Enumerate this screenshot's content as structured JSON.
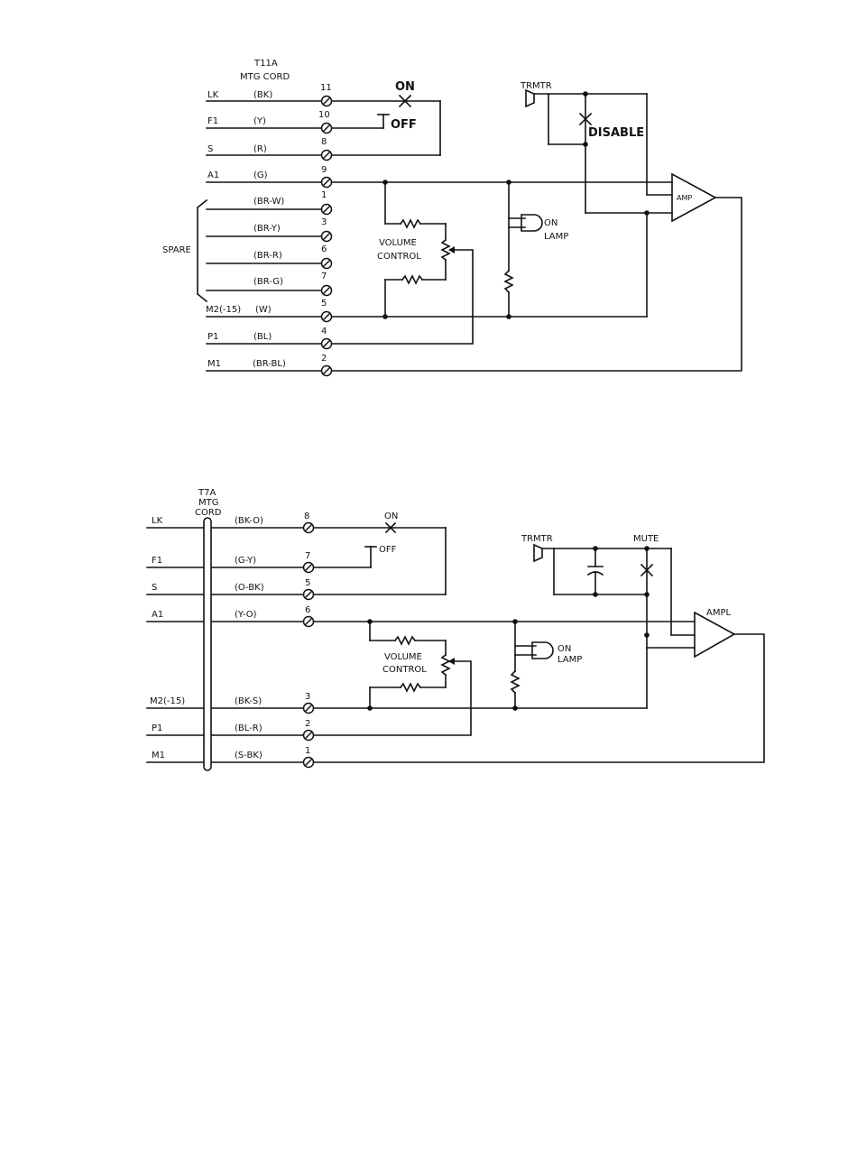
{
  "diagram1": {
    "cord_label_1": "T11A",
    "cord_label_2": "MTG CORD",
    "leads": [
      {
        "name": "LK",
        "color": "(BK)",
        "terminal": "11"
      },
      {
        "name": "F1",
        "color": "(Y)",
        "terminal": "10"
      },
      {
        "name": "S",
        "color": "(R)",
        "terminal": "8"
      },
      {
        "name": "A1",
        "color": "(G)",
        "terminal": "9"
      },
      {
        "name": "",
        "color": "(BR-W)",
        "terminal": "1"
      },
      {
        "name": "",
        "color": "(BR-Y)",
        "terminal": "3"
      },
      {
        "name": "",
        "color": "(BR-R)",
        "terminal": "6"
      },
      {
        "name": "",
        "color": "(BR-G)",
        "terminal": "7"
      },
      {
        "name": "M2(-15)",
        "color": "(W)",
        "terminal": "5"
      },
      {
        "name": "P1",
        "color": "(BL)",
        "terminal": "4"
      },
      {
        "name": "M1",
        "color": "(BR-BL)",
        "terminal": "2"
      }
    ],
    "spare_label": "SPARE",
    "switch_on": "ON",
    "switch_off": "OFF",
    "transmitter_label": "TRMTR",
    "disable_label": "DISABLE",
    "amp_label": "AMP",
    "volume_label_1": "VOLUME",
    "volume_label_2": "CONTROL",
    "lamp_label_1": "ON",
    "lamp_label_2": "LAMP"
  },
  "diagram2": {
    "cord_label_1": "T7A",
    "cord_label_2": "MTG",
    "cord_label_3": "CORD",
    "leads": [
      {
        "name": "LK",
        "color": "(BK-O)",
        "terminal": "8"
      },
      {
        "name": "F1",
        "color": "(G-Y)",
        "terminal": "7"
      },
      {
        "name": "S",
        "color": "(O-BK)",
        "terminal": "5"
      },
      {
        "name": "A1",
        "color": "(Y-O)",
        "terminal": "6"
      },
      {
        "name": "M2(-15)",
        "color": "(BK-S)",
        "terminal": "3"
      },
      {
        "name": "P1",
        "color": "(BL-R)",
        "terminal": "2"
      },
      {
        "name": "M1",
        "color": "(S-BK)",
        "terminal": "1"
      }
    ],
    "switch_on": "ON",
    "switch_off": "OFF",
    "transmitter_label": "TRMTR",
    "mute_label": "MUTE",
    "amp_label": "AMPL",
    "volume_label_1": "VOLUME",
    "volume_label_2": "CONTROL",
    "lamp_label_1": "ON",
    "lamp_label_2": "LAMP"
  }
}
